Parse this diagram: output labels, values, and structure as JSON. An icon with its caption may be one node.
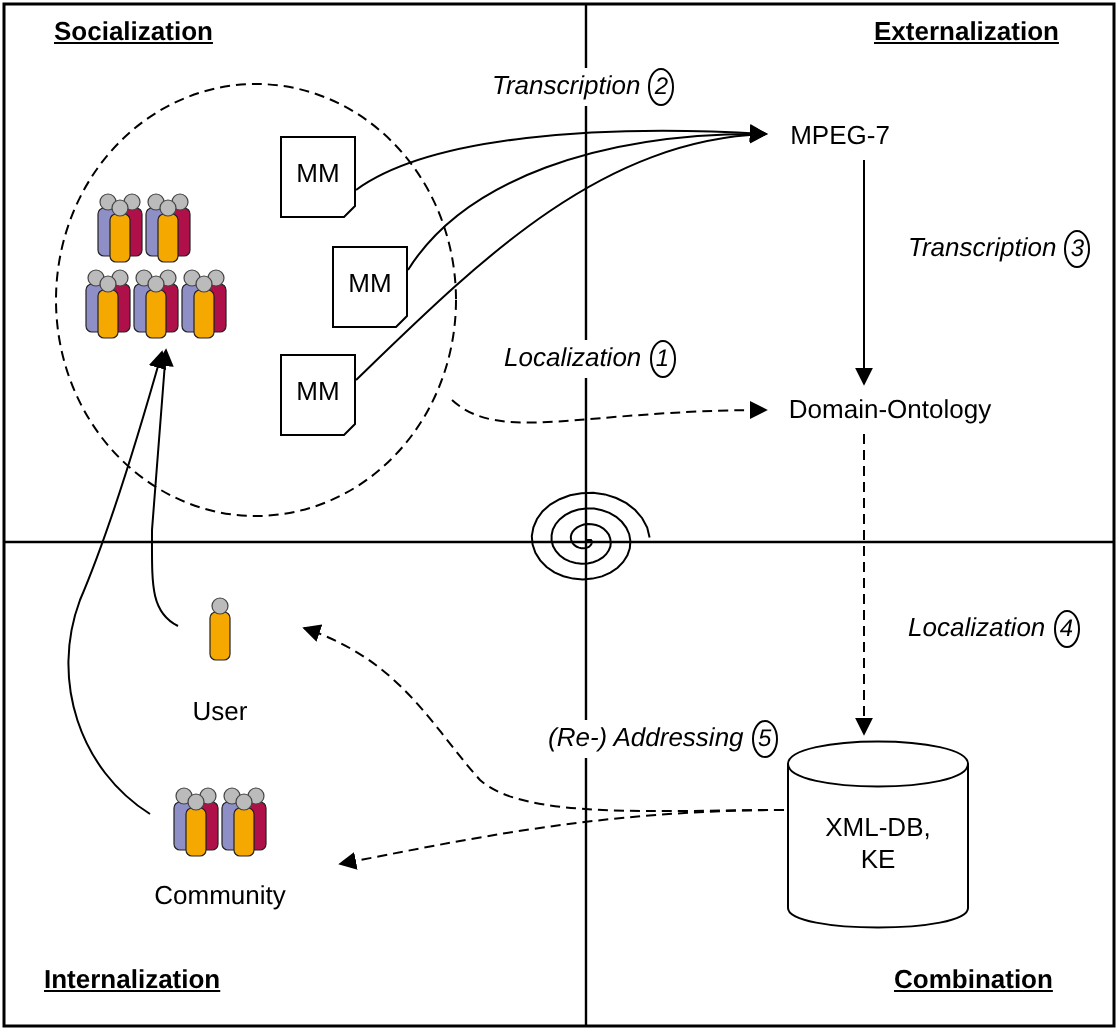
{
  "diagram": {
    "nodes": [
      {
        "text": [],
        "shape": "circle"
      },
      {
        "text": [],
        "shape": "picture",
        "in": 0
      },
      {
        "text": [
          "MM"
        ],
        "in": 0
      },
      {
        "text": [
          "MM"
        ],
        "in": 0
      },
      {
        "text": [
          "MM"
        ],
        "in": 0
      },
      {
        "text": [
          "MPEG-7"
        ]
      },
      {
        "text": [
          "Domain-Ontology"
        ]
      },
      {
        "text": [
          "User"
        ]
      },
      {
        "text": [
          "Community"
        ]
      },
      {
        "text": [
          "XML-DB, KE"
        ]
      }
    ],
    "edges": [
      {
        "from": 2,
        "to": 5,
        "arrow": "to",
        "label": "Transcription 2"
      },
      {
        "from": 3,
        "to": 5,
        "arrow": "to"
      },
      {
        "from": 4,
        "to": 5,
        "arrow": "to"
      },
      {
        "from": 0,
        "to": 6,
        "arrow": "to",
        "style": "dashed",
        "label": "Localization 1"
      },
      {
        "from": 5,
        "to": 6,
        "arrow": "to",
        "label": "Transcription 3"
      },
      {
        "from": 6,
        "to": 9,
        "arrow": "to",
        "style": "dashed",
        "label": "Localization 4"
      },
      {
        "from": 9,
        "to": 7,
        "arrow": "to",
        "style": "dashed",
        "label": "(Re-) Addressing 5"
      },
      {
        "from": 9,
        "to": 8,
        "arrow": "to",
        "style": "dashed"
      },
      {
        "from": 7,
        "to": 1,
        "arrow": "to"
      },
      {
        "from": 8,
        "to": 1,
        "arrow": "to"
      }
    ],
    "labels": [
      "Socialization",
      "Externalization",
      "Internalization",
      "Combination"
    ]
  }
}
